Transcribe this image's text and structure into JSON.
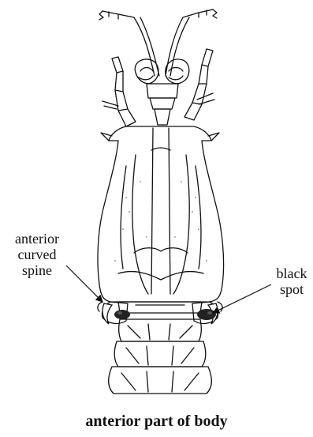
{
  "figure": {
    "caption": "anterior part of body",
    "labels": {
      "left": [
        "anterior",
        "curved",
        "spine"
      ],
      "right": [
        "black",
        "spot"
      ]
    },
    "colors": {
      "ink": "#111111",
      "shade": "#555555",
      "black_spot": "#222222",
      "background": "#ffffff"
    }
  }
}
